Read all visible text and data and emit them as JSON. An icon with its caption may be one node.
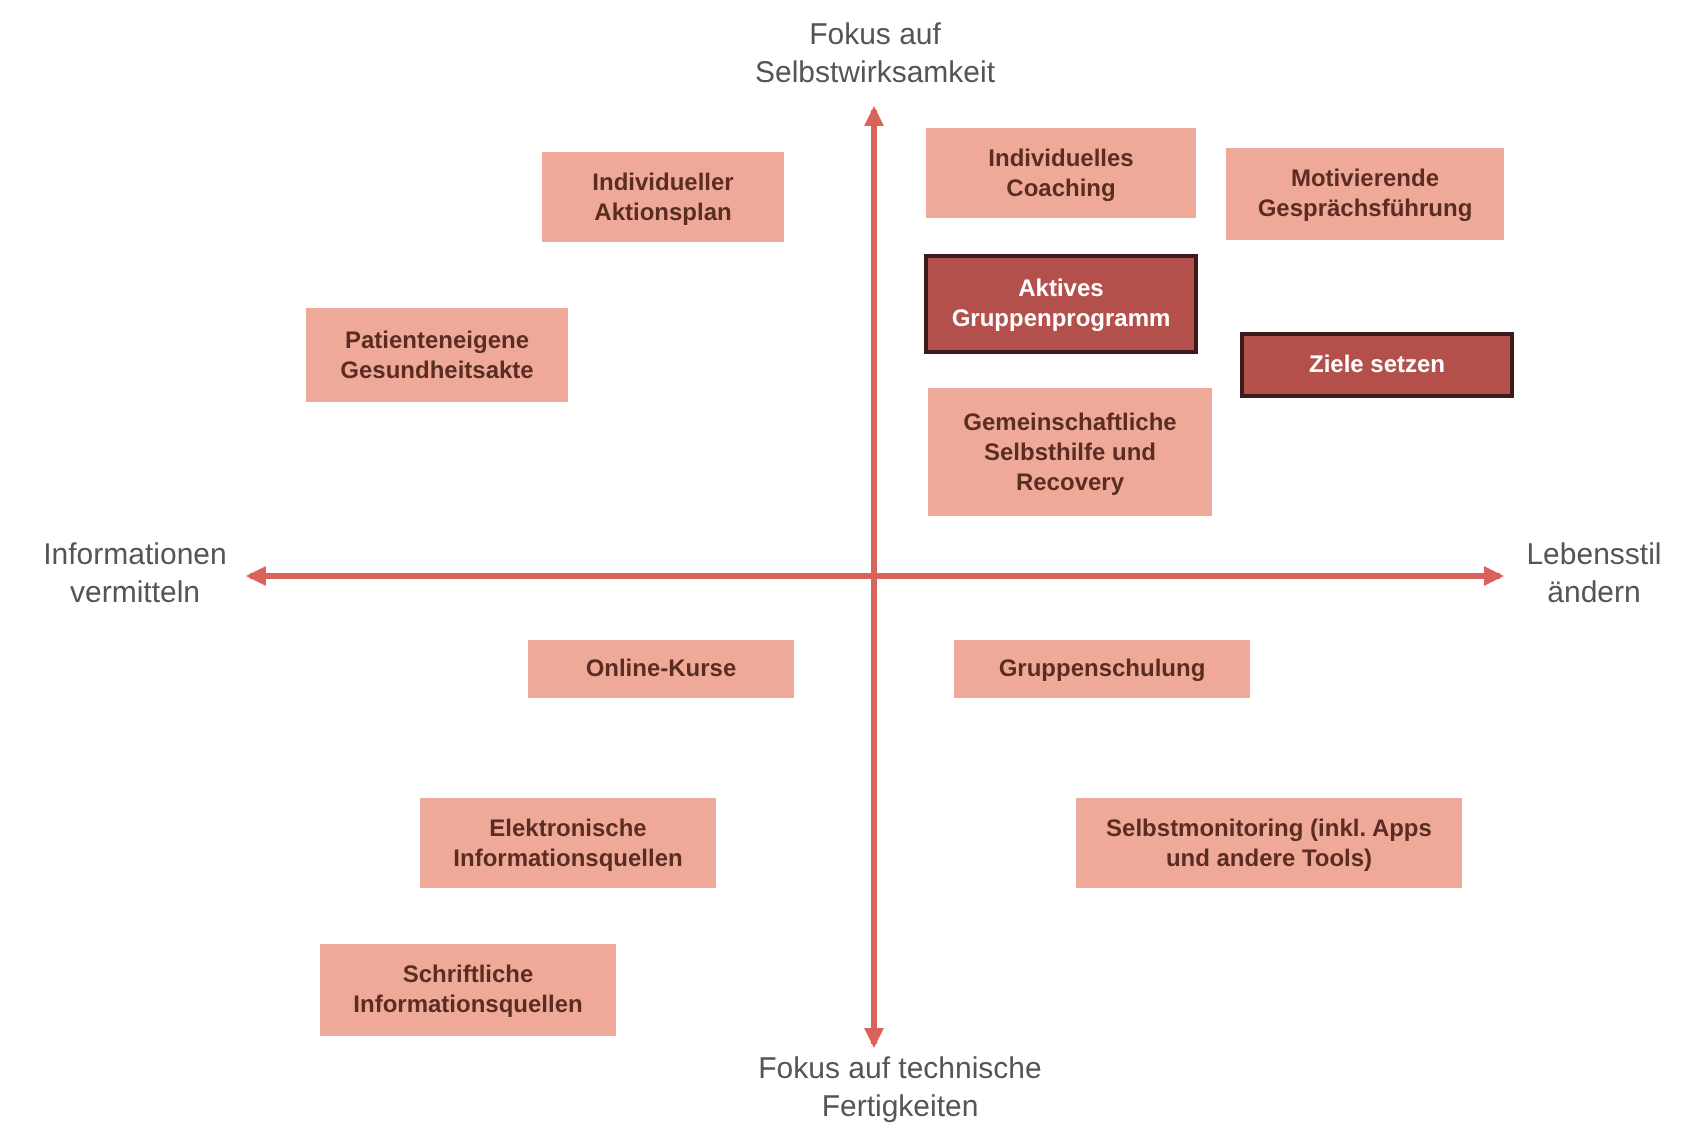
{
  "diagram": {
    "nodes": [
      {
        "text": [
          "Individueller Aktionsplan"
        ]
      },
      {
        "text": [
          "Individuelles Coaching"
        ]
      },
      {
        "text": [
          "Motivierende Gesprächsführung"
        ]
      },
      {
        "text": [
          "Aktives Gruppenprogramm"
        ]
      },
      {
        "text": [
          "Ziele setzen"
        ]
      },
      {
        "text": [
          "Patienteneigene Gesundheitsakte"
        ]
      },
      {
        "text": [
          "Gemeinschaftliche Selbsthilfe und Recovery"
        ]
      },
      {
        "text": [
          "Online-Kurse"
        ]
      },
      {
        "text": [
          "Gruppenschulung"
        ]
      },
      {
        "text": [
          "Elektronische Informationsquellen"
        ]
      },
      {
        "text": [
          "Selbstmonitoring (inkl. Apps und andere Tools)"
        ]
      },
      {
        "text": [
          "Schriftliche Informationsquellen"
        ]
      }
    ],
    "edges": [],
    "labels": [
      "Fokus auf Selbstwirksamkeit",
      "Informationen vermitteln",
      "Lebensstil ändern",
      "Fokus auf technische Fertigkeiten"
    ]
  }
}
